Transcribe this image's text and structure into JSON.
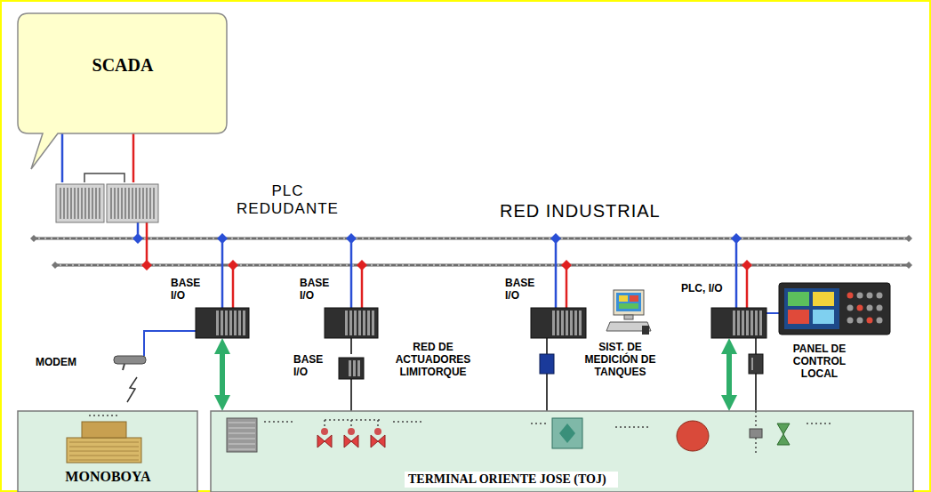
{
  "diagram": {
    "nodes": [
      {
        "text": [
          "SCADA"
        ]
      },
      {
        "text": [
          "PLC REDUDANTE"
        ]
      },
      {
        "text": [
          "BASE I/O"
        ]
      },
      {
        "text": [
          "BASE I/O"
        ]
      },
      {
        "text": [
          "BASE I/O"
        ]
      },
      {
        "text": [
          "BASE I/O"
        ]
      },
      {
        "text": [
          "PLC, I/O"
        ]
      },
      {
        "text": [
          "SIST. DE MEDICIÓN DE TANQUES"
        ]
      },
      {
        "text": [
          "PANEL DE CONTROL LOCAL"
        ]
      },
      {
        "text": [
          "MONOBOYA"
        ]
      },
      {
        "text": [
          "TERMINAL ORIENTE JOSE (TOJ)"
        ]
      }
    ],
    "edges": [
      {
        "from": 0,
        "to": 1,
        "arrow": "none"
      },
      {
        "from": 0,
        "to": 1,
        "arrow": "none"
      },
      {
        "from": 2,
        "to": 9,
        "arrow": "both"
      },
      {
        "from": 3,
        "to": 4,
        "arrow": "none"
      },
      {
        "from": 4,
        "to": 10,
        "arrow": "none"
      },
      {
        "from": 5,
        "to": 10,
        "arrow": "none"
      },
      {
        "from": 6,
        "to": 10,
        "arrow": "both"
      },
      {
        "from": 6,
        "to": 10,
        "arrow": "none"
      },
      {
        "from": 6,
        "to": 8,
        "arrow": "none"
      }
    ],
    "labels": [
      "RED INDUSTRIAL",
      "MODEM",
      "RED DE ACTUADORES LIMITORQUE"
    ]
  }
}
